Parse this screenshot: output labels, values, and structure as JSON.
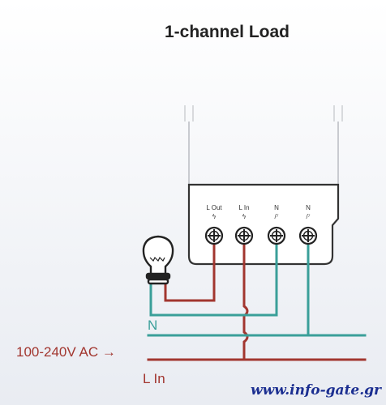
{
  "title": "1-channel Load",
  "terminals": [
    {
      "label": "L Out",
      "symbol": "ϟ"
    },
    {
      "label": "L In",
      "symbol": "ϟ"
    },
    {
      "label": "N",
      "symbol": "/⁷"
    },
    {
      "label": "N",
      "symbol": "/⁷"
    }
  ],
  "labels": {
    "neutral": "N",
    "supply": "100-240V AC →",
    "line_in": "L In"
  },
  "watermark": "www.info-gate.gr",
  "colors": {
    "live": "#a2362f",
    "neutral": "#3a9f99",
    "background": "#f3f4f7",
    "device": "#ffffff",
    "outline": "#333333",
    "watermark": "#1c2f91"
  }
}
